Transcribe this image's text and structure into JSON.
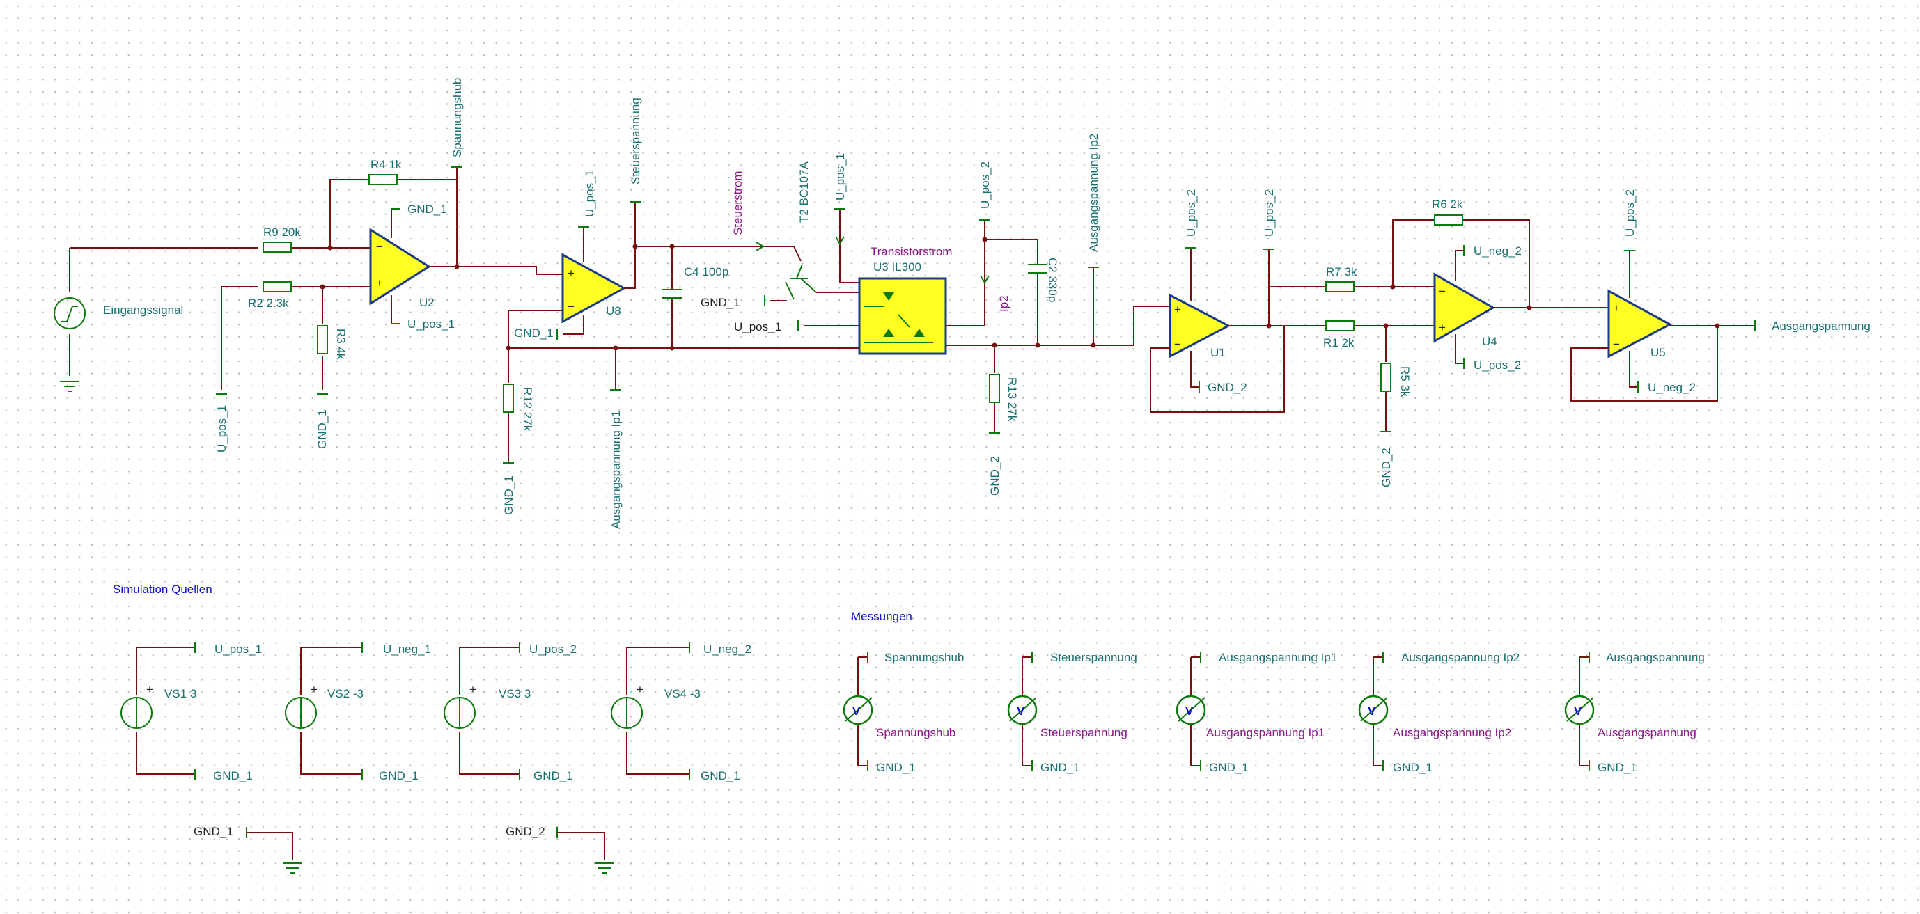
{
  "colors": {
    "wire": "#7a1010",
    "component": "#0d7a0d",
    "opamp_fill": "#ffff22",
    "label": "#1a7070",
    "probe_label": "#8a168a",
    "section_label": "#1010d0"
  },
  "main": {
    "input_signal": "Eingangssignal",
    "r9": "R9 20k",
    "r2": "R2 2.3k",
    "r3": "R3 4k",
    "r4": "R4 1k",
    "u2": "U2",
    "u8": "U8",
    "u1": "U1",
    "u4": "U4",
    "u5": "U5",
    "spannungshub": "Spannungshub",
    "steuerspannung": "Steuerspannung",
    "steuerstrom": "Steuerstrom",
    "t2": "T2 BC107A",
    "c4": "C4 100p",
    "c2": "C2 330p",
    "r12": "R12 27k",
    "r13": "R13 27k",
    "transistorstrom": "Transistorstrom",
    "u3": "U3 IL300",
    "ip2": "Ip2",
    "ausgang_ip1": "Ausgangspannung Ip1",
    "ausgang_ip2": "Ausgangspannung Ip2",
    "r7": "R7 3k",
    "r1": "R1 2k",
    "r6": "R6 2k",
    "r5": "R5 3k",
    "ausgangspannung": "Ausgangspannung",
    "gnd1": "GND_1",
    "gnd2": "GND_2",
    "upos1": "U_pos_1",
    "upos2": "U_pos_2",
    "uneg2": "U_neg_2"
  },
  "sources": {
    "title": "Simulation Quellen",
    "items": [
      {
        "name": "VS1 3",
        "top": "U_pos_1",
        "bottom": "GND_1"
      },
      {
        "name": "VS2 -3",
        "top": "U_neg_1",
        "bottom": "GND_1"
      },
      {
        "name": "VS3 3",
        "top": "U_pos_2",
        "bottom": "GND_1"
      },
      {
        "name": "VS4 -3",
        "top": "U_neg_2",
        "bottom": "GND_1"
      }
    ],
    "ground_labels": [
      "GND_1",
      "GND_2"
    ]
  },
  "measurements": {
    "title": "Messungen",
    "meter_symbol": "V",
    "items": [
      {
        "top": "Spannungshub",
        "probe": "Spannungshub",
        "bottom": "GND_1"
      },
      {
        "top": "Steuerspannung",
        "probe": "Steuerspannung",
        "bottom": "GND_1"
      },
      {
        "top": "Ausgangspannung Ip1",
        "probe": "Ausgangspannung Ip1",
        "bottom": "GND_1"
      },
      {
        "top": "Ausgangspannung Ip2",
        "probe": "Ausgangspannung Ip2",
        "bottom": "GND_1"
      },
      {
        "top": "Ausgangspannung",
        "probe": "Ausgangspannung",
        "bottom": "GND_1"
      }
    ]
  }
}
